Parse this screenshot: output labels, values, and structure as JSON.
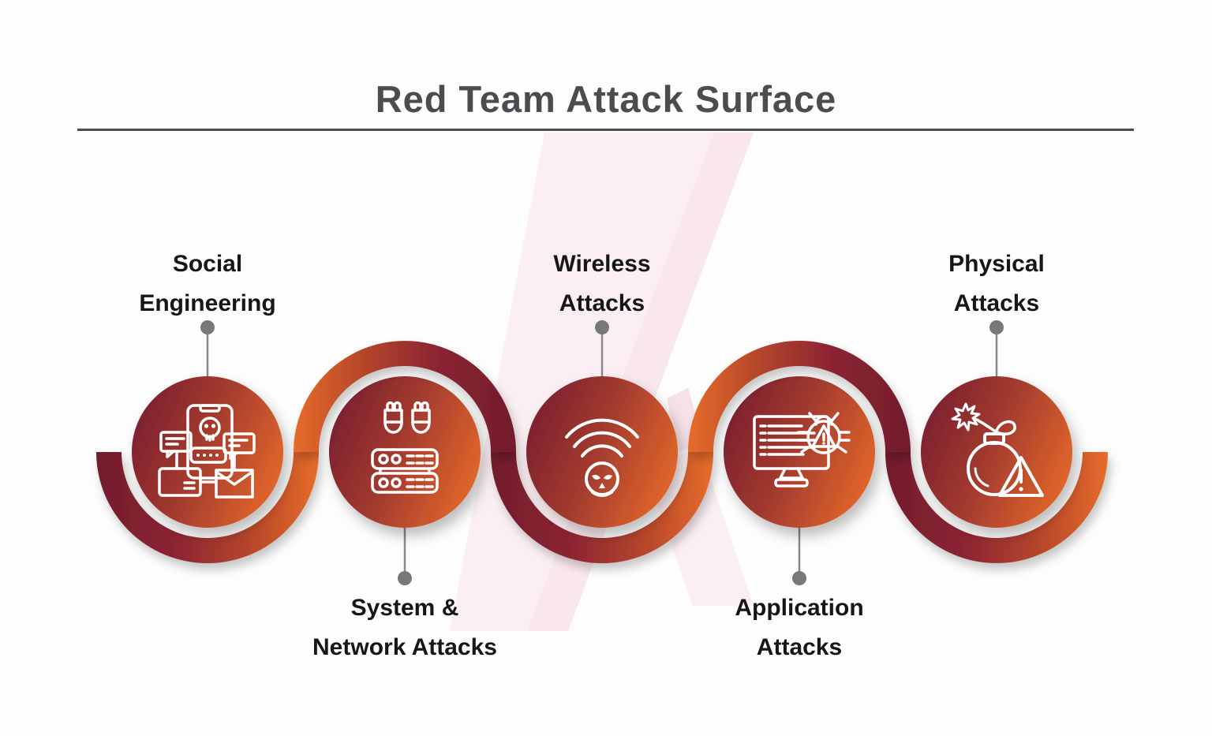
{
  "title": "Red Team Attack Surface",
  "nodes": [
    {
      "label_line1": "Social",
      "label_line2": "Engineering",
      "label_position": "top",
      "icon": "phone-skull-phishing-icon"
    },
    {
      "label_line1": "System &",
      "label_line2": "Network Attacks",
      "label_position": "bottom",
      "icon": "server-bombs-icon"
    },
    {
      "label_line1": "Wireless",
      "label_line2": "Attacks",
      "label_position": "top",
      "icon": "wifi-skull-icon"
    },
    {
      "label_line1": "Application",
      "label_line2": "Attacks",
      "label_position": "bottom",
      "icon": "monitor-bug-icon"
    },
    {
      "label_line1": "Physical",
      "label_line2": "Attacks",
      "label_position": "top",
      "icon": "bomb-warning-icon"
    }
  ],
  "colors": {
    "background": "#fdfdfd",
    "gradient_dark_maroon": "#721D2C",
    "gradient_mid_red": "#B5452C",
    "gradient_orange": "#E66C2B",
    "circle_dark": "#7C2030",
    "circle_orange": "#E4682B",
    "icon_stroke": "#FFFFFF",
    "title_text": "#4A4C4F",
    "label_text": "#161616",
    "divider": "#4C4C4C",
    "connector_gray": "#898989",
    "watermark_pink": "#FBEFF3"
  }
}
